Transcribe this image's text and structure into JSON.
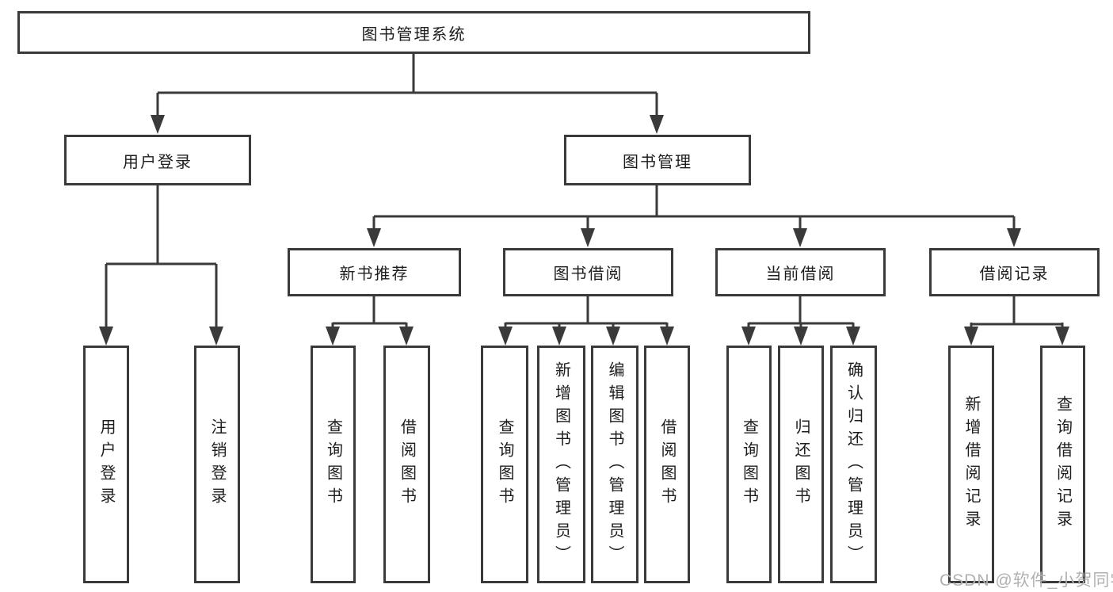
{
  "diagram": {
    "title": "图书管理系统",
    "tree": {
      "root": {
        "label": "图书管理系统"
      },
      "branches": [
        {
          "label": "用户登录",
          "children": [
            {
              "label": "用户登录"
            },
            {
              "label": "注销登录"
            }
          ]
        },
        {
          "label": "图书管理",
          "sections": [
            {
              "label": "新书推荐",
              "children": [
                {
                  "label": "查询图书"
                },
                {
                  "label": "借阅图书"
                }
              ]
            },
            {
              "label": "图书借阅",
              "children": [
                {
                  "label": "查询图书"
                },
                {
                  "label": "新增图书（管理员）"
                },
                {
                  "label": "编辑图书（管理员）"
                },
                {
                  "label": "借阅图书"
                }
              ]
            },
            {
              "label": "当前借阅",
              "children": [
                {
                  "label": "查询图书"
                },
                {
                  "label": "归还图书"
                },
                {
                  "label": "确认归还（管理员）"
                }
              ]
            },
            {
              "label": "借阅记录",
              "children": [
                {
                  "label": "新增借阅记录"
                },
                {
                  "label": "查询借阅记录"
                }
              ]
            }
          ]
        }
      ]
    },
    "watermark": {
      "text": "CSDN @软件_小贺同学"
    },
    "colors": {
      "border": "#3a3a3a",
      "text": "#1d1d1d",
      "watermark": "#b1b1b1",
      "background": "#ffffff"
    }
  }
}
